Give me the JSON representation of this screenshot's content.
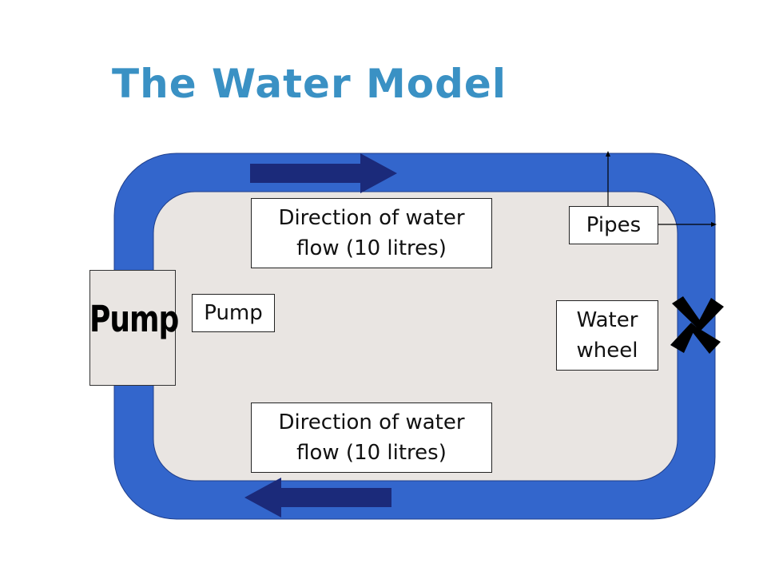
{
  "title": "The Water Model",
  "labels": {
    "flow_top": "Direction of water\nflow (10 litres)",
    "flow_bottom": "Direction of water\nflow (10 litres)",
    "pipes": "Pipes",
    "water_wheel": "Water\nwheel",
    "pump_label": "Pump",
    "pump_block_text": "Pump"
  },
  "colors": {
    "title": "#3a91c4",
    "pipe": "#3366cc",
    "pipe_outline": "#1f3f8c",
    "inner_area": "#e9e5e2",
    "arrow": "#1b2a7a",
    "wheel": "#000000"
  },
  "icons": {
    "flow_top_arrow": "arrow-right-icon",
    "flow_bottom_arrow": "arrow-left-icon",
    "water_wheel_icon": "water-wheel-icon"
  }
}
